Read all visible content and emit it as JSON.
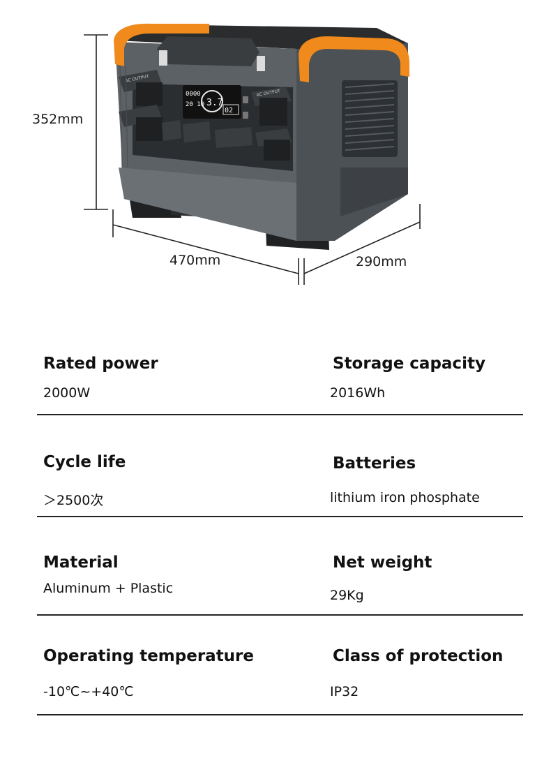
{
  "dimensions": {
    "height": "352mm",
    "width": "470mm",
    "depth": "290mm"
  },
  "device_display": {
    "big_number": "3.7",
    "small_number": "02",
    "line1": "0000",
    "line2": "20 10"
  },
  "device_labels": {
    "ac_output_left": "AC OUTPUT",
    "ac_output_right": "AC OUTPUT"
  },
  "colors": {
    "accent_orange": "#f08a1c",
    "body_gray": "#5c6166",
    "panel_dark": "#2b2e31"
  },
  "specs": [
    {
      "title": "Rated power",
      "value": "2000W"
    },
    {
      "title": "Storage capacity",
      "value": "2016Wh"
    },
    {
      "title": "Cycle life",
      "value": "＞2500次"
    },
    {
      "title": "Batteries",
      "value": "lithium iron phosphate"
    },
    {
      "title": "Material",
      "value": "Aluminum + Plastic"
    },
    {
      "title": "Net weight",
      "value": "29Kg"
    },
    {
      "title": "Operating temperature",
      "value": "-10℃~+40℃"
    },
    {
      "title": "Class of protection",
      "value": "IP32"
    }
  ]
}
